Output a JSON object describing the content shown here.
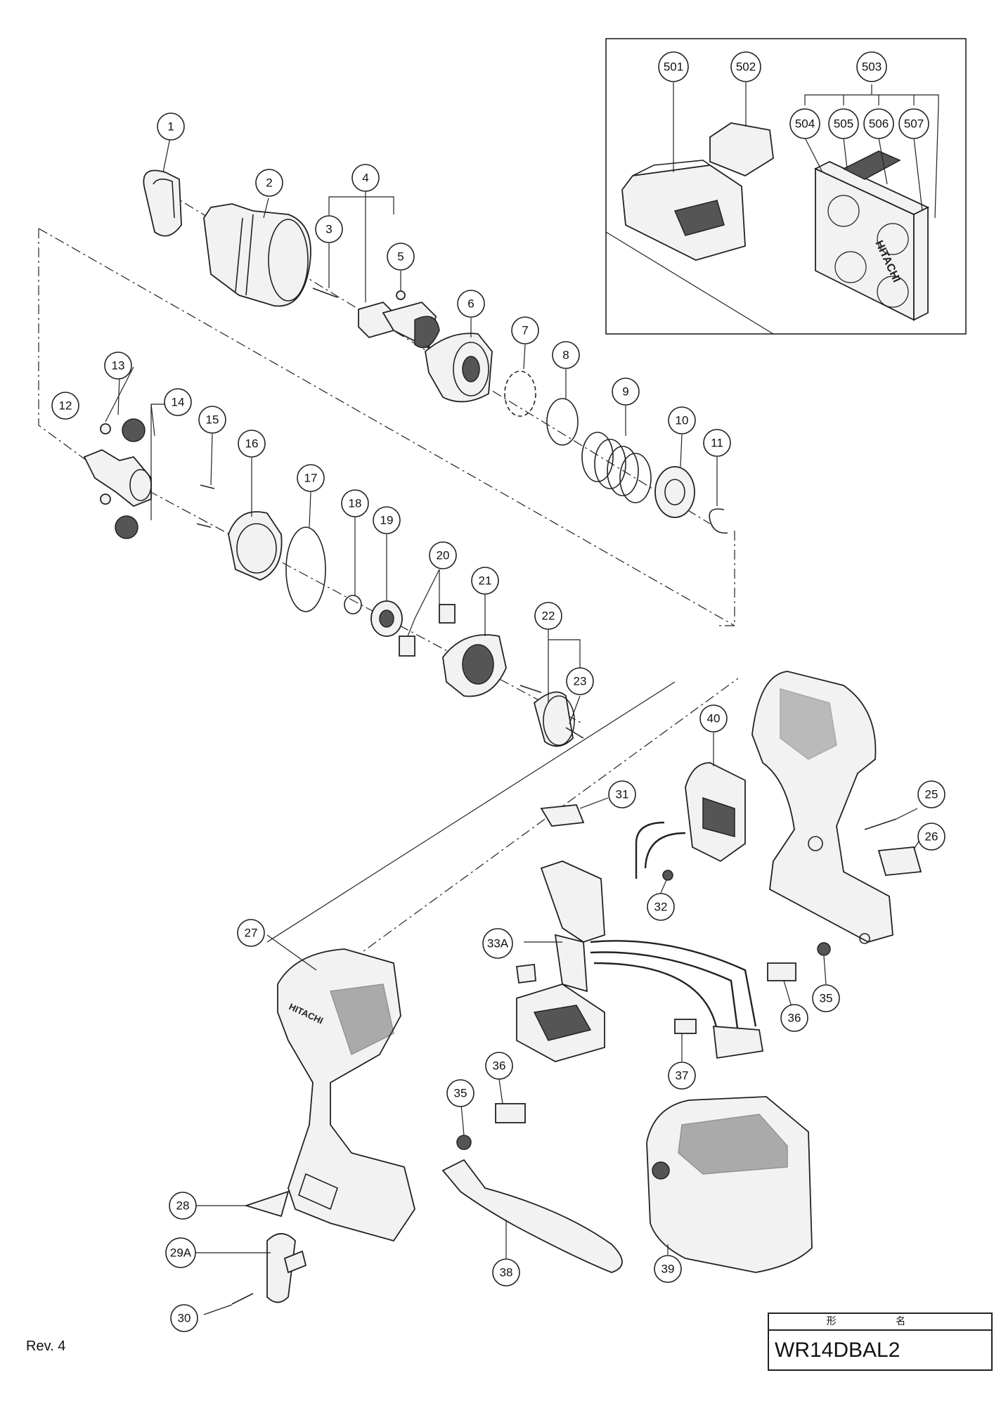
{
  "revision": "Rev. 4",
  "title_block": {
    "header": "形 名",
    "model": "WR14DBAL2"
  },
  "callouts": [
    "1",
    "2",
    "3",
    "4",
    "5",
    "6",
    "7",
    "8",
    "9",
    "10",
    "11",
    "12",
    "13",
    "14",
    "15",
    "16",
    "17",
    "18",
    "19",
    "20",
    "21",
    "22",
    "23",
    "25",
    "26",
    "27",
    "28",
    "29A",
    "30",
    "31",
    "32",
    "33A",
    "35",
    "36",
    "37",
    "38",
    "39",
    "40",
    "501",
    "502",
    "503",
    "504",
    "505",
    "506",
    "507"
  ],
  "logos": {
    "case_brand": "HITACHI",
    "housing_brand": "HITACHI"
  }
}
